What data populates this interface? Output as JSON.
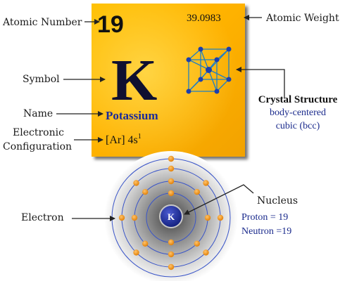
{
  "element": {
    "atomic_number": "19",
    "atomic_weight": "39.0983",
    "symbol": "K",
    "name": "Potassium",
    "configuration_base": "[Ar] 4s",
    "configuration_sup": "1"
  },
  "labels": {
    "atomic_number": "Atomic Number",
    "atomic_weight": "Atomic Weight",
    "symbol": "Symbol",
    "name": "Name",
    "electronic_line1": "Electronic",
    "electronic_line2": "Configuration",
    "electron": "Electron",
    "nucleus": "Nucleus"
  },
  "crystal": {
    "title": "Crystal Structure",
    "line1": "body-centered",
    "line2": "cubic (bcc)"
  },
  "nucleus": {
    "symbol": "K",
    "proton": "Proton = 19",
    "neutron": "Neutron =19"
  },
  "shells": {
    "electrons_per_shell": [
      2,
      8,
      8,
      1
    ]
  },
  "colors": {
    "tile_light": "#ffd21a",
    "tile_dark": "#e67f00",
    "electron": "#f59a23",
    "nucleus": "#1a2a9a",
    "text_blue": "#1a2a8c"
  }
}
